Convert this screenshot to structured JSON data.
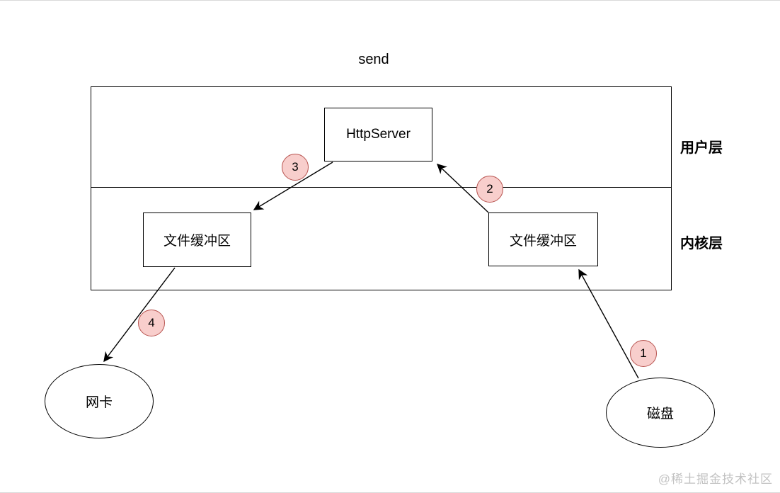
{
  "title": "send",
  "layers": {
    "user": "用户层",
    "kernel": "内核层"
  },
  "nodes": {
    "http_server": "HttpServer",
    "file_buffer_left": "文件缓冲区",
    "file_buffer_right": "文件缓冲区",
    "nic": "网卡",
    "disk": "磁盘"
  },
  "steps": {
    "one": "1",
    "two": "2",
    "three": "3",
    "four": "4"
  },
  "colors": {
    "step_fill": "#f8cecc",
    "step_border": "#b85450",
    "line": "#000000"
  },
  "watermark": "@稀土掘金技术社区"
}
